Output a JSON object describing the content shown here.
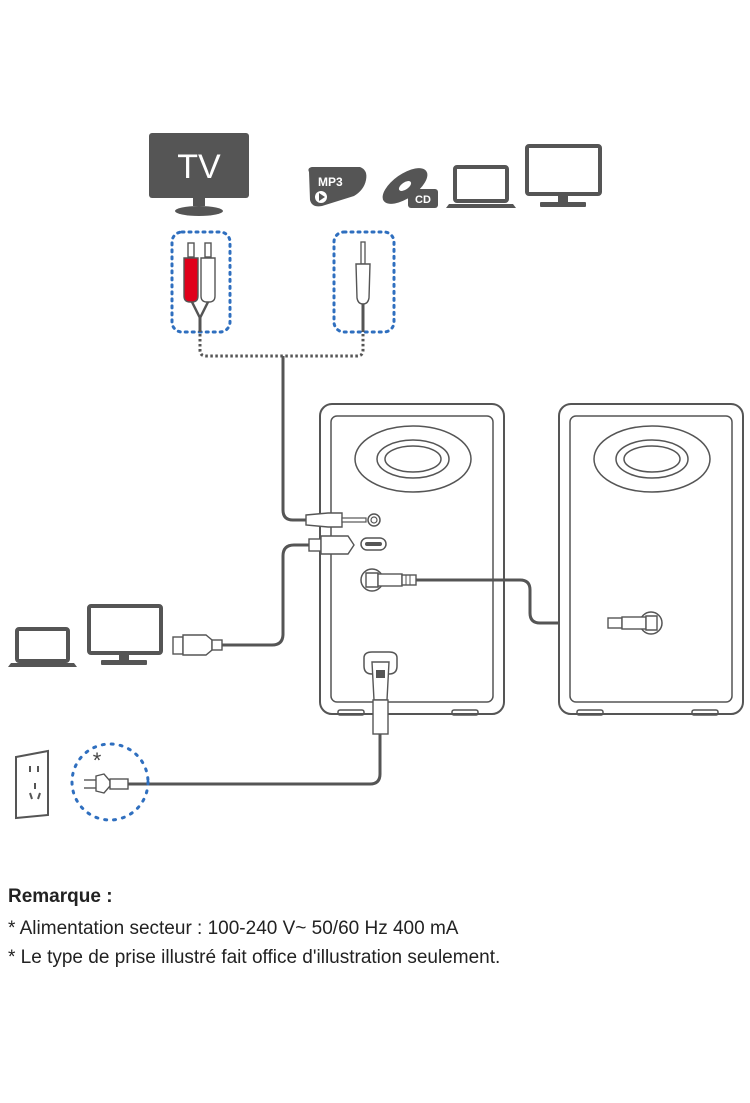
{
  "diagram": {
    "title": "Speaker connection diagram",
    "sources_top": {
      "tv_label": "TV",
      "mp3_label": "MP3",
      "cd_label": "CD",
      "devices": [
        "tv-icon",
        "mp3-player-icon",
        "cd-icon",
        "laptop-icon",
        "monitor-icon"
      ]
    },
    "cables": {
      "rca": "RCA red/white plug",
      "aux": "3.5 mm plug"
    },
    "sources_left": {
      "devices": [
        "laptop-icon",
        "monitor-icon"
      ],
      "cable": "USB-C"
    },
    "power": {
      "asterisk": "*",
      "outlet": "wall-outlet-icon"
    },
    "colors": {
      "line": "#4a4a4a",
      "icon_fill": "#555555",
      "dotted_highlight": "#2f6fbf",
      "rca_red": "#e0001b"
    }
  },
  "notes": {
    "title": "Remarque :",
    "lines": [
      "* Alimentation secteur : 100-240 V~ 50/60 Hz 400 mA",
      "* Le type de prise illustré fait office d'illustration seulement."
    ]
  }
}
